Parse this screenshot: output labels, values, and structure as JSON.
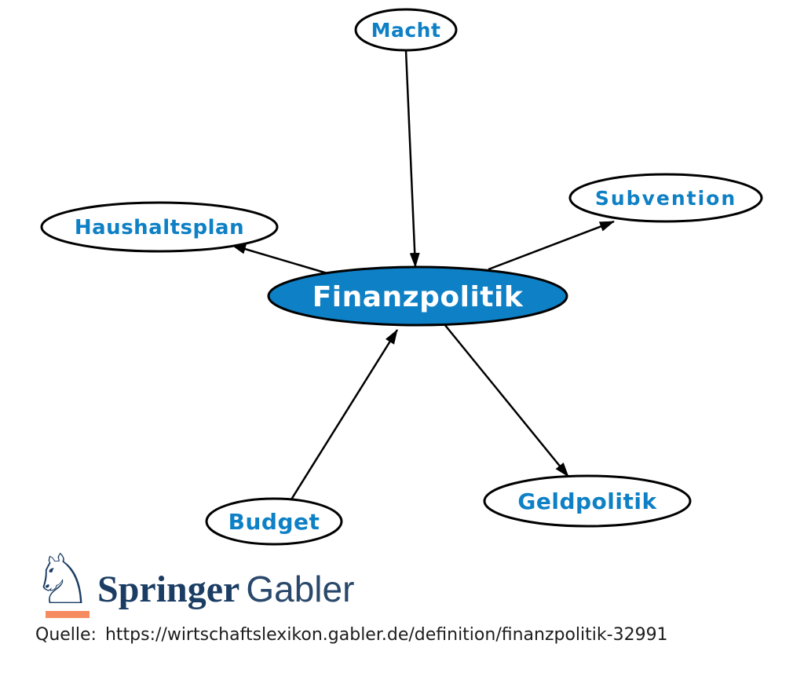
{
  "diagram": {
    "type": "concept-map",
    "center": {
      "label": "Finanzpolitik"
    },
    "nodes": {
      "macht": {
        "label": "Macht"
      },
      "subvention": {
        "label": "Subvention"
      },
      "haushaltsplan": {
        "label": "Haushaltsplan"
      },
      "budget": {
        "label": "Budget"
      },
      "geldpolitik": {
        "label": "Geldpolitik"
      }
    },
    "edges": [
      {
        "from": "Macht",
        "to": "Finanzpolitik"
      },
      {
        "from": "Finanzpolitik",
        "to": "Haushaltsplan"
      },
      {
        "from": "Finanzpolitik",
        "to": "Subvention"
      },
      {
        "from": "Budget",
        "to": "Finanzpolitik"
      },
      {
        "from": "Finanzpolitik",
        "to": "Geldpolitik"
      }
    ],
    "colors": {
      "center_fill": "#0e80c5",
      "center_text": "#ffffff",
      "node_fill": "#ffffff",
      "node_text": "#0e80c5",
      "stroke": "#000000"
    }
  },
  "footer": {
    "logo": {
      "icon": "chess-knight",
      "icon_glyph": "♘",
      "brand": "Springer",
      "suffix": "Gabler",
      "brand_color": "#1b3d64",
      "suffix_color": "#29486b",
      "accent_orange": "#f68b5f"
    },
    "source": {
      "label": "Quelle:",
      "url": "https://wirtschaftslexikon.gabler.de/definition/finanzpolitik-32991"
    }
  }
}
